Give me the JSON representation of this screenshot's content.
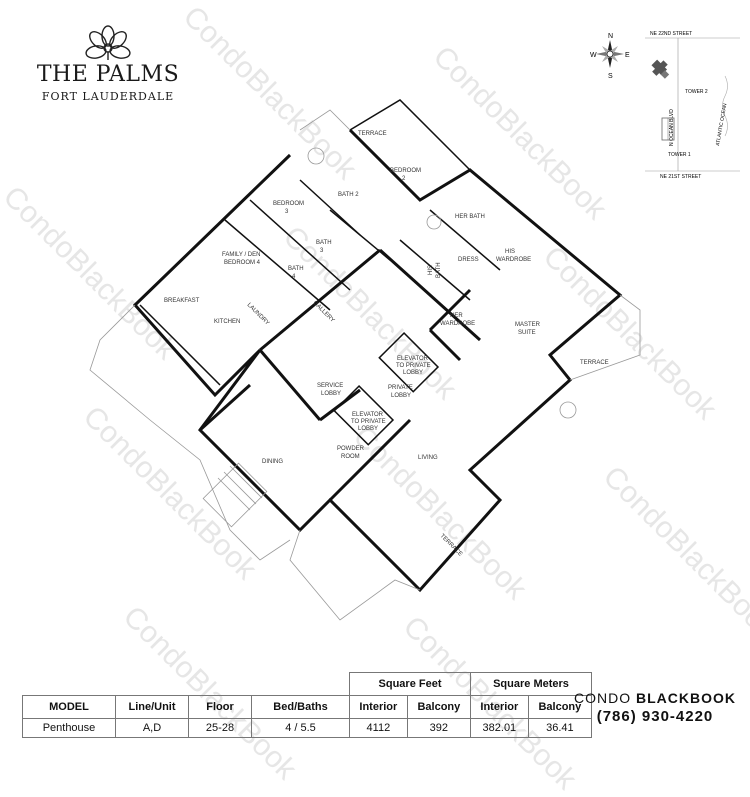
{
  "header": {
    "title": "THE PALMS",
    "subtitle": "FORT LAUDERDALE"
  },
  "compass": {
    "n": "N",
    "e": "E",
    "s": "S",
    "w": "W"
  },
  "site_map": {
    "ne22": "NE 22ND STREET",
    "ne21": "NE 21ST STREET",
    "tower2": "TOWER 2",
    "tower1": "TOWER 1",
    "nocean": "N OCEAN BLVD",
    "atlantic": "ATLANTIC OCEAN"
  },
  "rooms": {
    "terrace_top": "TERRACE",
    "bedroom2_a": "BEDROOM",
    "bedroom2_b": "2",
    "bath2": "BATH 2",
    "bedroom3_a": "BEDROOM",
    "bedroom3_b": "3",
    "bath3_a": "BATH",
    "bath3_b": "3",
    "family_a": "FAMILY / DEN",
    "family_b": "BEDROOM 4",
    "bath4_a": "BATH",
    "bath4_b": "4",
    "breakfast": "BREAKFAST",
    "laundry": "LAUNDRY",
    "gallery": "GALLERY",
    "kitchen": "KITCHEN",
    "herbath": "HER BATH",
    "his_wardrobe_a": "HIS",
    "his_wardrobe_b": "WARDROBE",
    "dress": "DRESS",
    "his_bath_a": "HIS",
    "his_bath_b": "BATH",
    "her_wardrobe_a": "HER",
    "her_wardrobe_b": "WARDROBE",
    "master_a": "MASTER",
    "master_b": "SUITE",
    "terrace_right": "TERRACE",
    "elev1_a": "ELEVATOR",
    "elev1_b": "TO PRIVATE",
    "elev1_c": "LOBBY",
    "service_a": "SERVICE",
    "service_b": "LOBBY",
    "private_a": "PRIVATE",
    "private_b": "LOBBY",
    "elev2_a": "ELEVATOR",
    "elev2_b": "TO PRIVATE",
    "elev2_c": "LOBBY",
    "powder_a": "POWDER",
    "powder_b": "ROOM",
    "dining": "DINING",
    "living": "LIVING",
    "terrace_bottom": "TERRACE"
  },
  "watermark": "CondoBlackBook",
  "table": {
    "group_sqft": "Square Feet",
    "group_sqm": "Square Meters",
    "headers": [
      "MODEL",
      "Line/Unit",
      "Floor",
      "Bed/Baths",
      "Interior",
      "Balcony",
      "Interior",
      "Balcony"
    ],
    "row": [
      "Penthouse",
      "A,D",
      "25-28",
      "4 / 5.5",
      "4112",
      "392",
      "382.01",
      "36.41"
    ]
  },
  "brand": {
    "name_a": "CONDO ",
    "name_b": "BLACKBOOK",
    "phone": "(786) 930-4220"
  }
}
